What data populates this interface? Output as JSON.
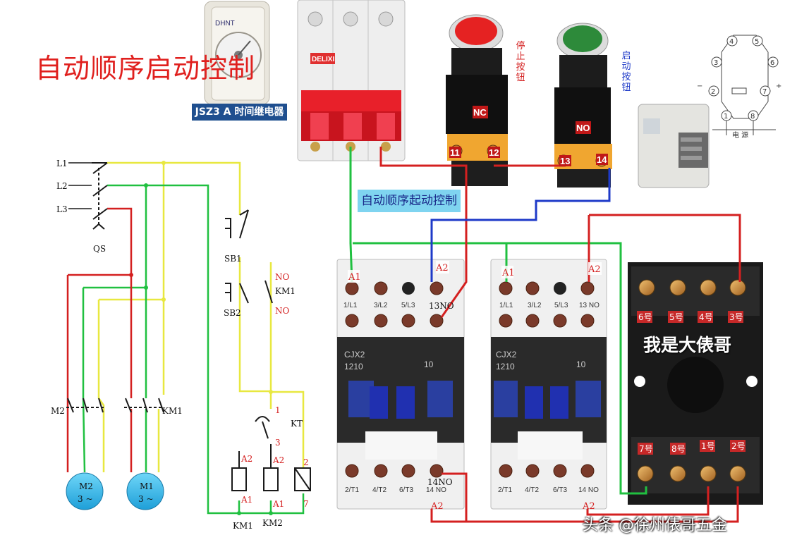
{
  "title": "自动顺序启动控制",
  "relay_caption": "JSZ3 A 时间继电器",
  "sub_caption": "自动顺序起动控制",
  "stop_button": {
    "label": "停止按钮",
    "type": "NC",
    "t1": "11",
    "t2": "12"
  },
  "start_button": {
    "label": "启动按钮",
    "type": "NO",
    "t1": "13",
    "t2": "14"
  },
  "breaker_brand": "DELIXI",
  "relay_face": "DHNT",
  "schematic": {
    "l1": "L1",
    "l2": "L2",
    "l3": "L3",
    "qs": "QS",
    "sb1": "SB1",
    "sb2": "SB2",
    "km1": "KM1",
    "no1": "NO",
    "no2": "NO",
    "kt": "KT",
    "t1": "1",
    "t3": "3",
    "t2": "2",
    "t7": "7",
    "a2": "A2",
    "a1": "A1",
    "km1_coil": "KM1",
    "km2_coil": "KM2",
    "m2_contact": "M2",
    "km1_contact": "KM1",
    "m2": "M2",
    "m1": "M1",
    "phase": "3 ~"
  },
  "contactor": {
    "model": "CJX2",
    "rating": "1210",
    "ten": "10",
    "top_terminals": [
      "1/L1",
      "3/L2",
      "5/L3",
      "13 NO"
    ],
    "bottom_terminals": [
      "2/T1",
      "4/T2",
      "6/T3",
      "14 NO"
    ],
    "a1": "A1",
    "a2": "A2",
    "no13": "13NO",
    "no14": "14NO"
  },
  "relay_base": {
    "top": [
      "6号",
      "5号",
      "4号",
      "3号"
    ],
    "bottom": [
      "7号",
      "8号",
      "1号",
      "2号"
    ]
  },
  "pin_diagram": {
    "pins": [
      "4",
      "5",
      "3",
      "6",
      "2",
      "7",
      "1",
      "8"
    ],
    "plus": "+",
    "minus": "−",
    "power": "电 源"
  },
  "watermark_self": "我是大俵哥",
  "watermark_src": "头条 @徐州俵哥五金",
  "colors": {
    "red": "#d42020",
    "green": "#20c040",
    "yellow": "#e8e840",
    "blue": "#1e3ac8",
    "cyan": "#2fb8e8"
  }
}
